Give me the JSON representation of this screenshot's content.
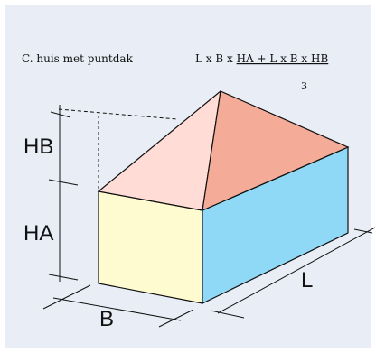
{
  "caption": "C. huis met puntdak",
  "formula": {
    "part1": "L x B x ",
    "numerator": "HA + L x B x HB",
    "denominator": "3"
  },
  "labels": {
    "hb": "HB",
    "ha": "HA",
    "b": "B",
    "l": "L"
  },
  "colors": {
    "background": "#e9eef6",
    "front_face": "#fffbd0",
    "side_face": "#8fd8f6",
    "roof_left": "#ffdcd6",
    "roof_right": "#f4ab97",
    "line": "#111111"
  }
}
